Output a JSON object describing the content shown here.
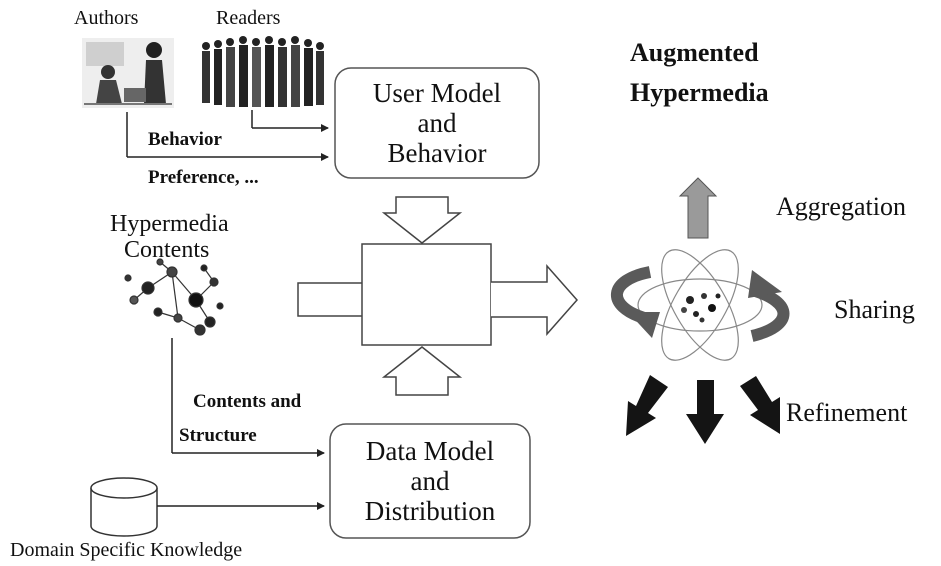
{
  "people": {
    "authors_label": "Authors",
    "readers_label": "Readers"
  },
  "user_model": {
    "line1": "User Model",
    "line2": "and",
    "line3": "Behavior"
  },
  "behavior_label": "Behavior",
  "preference_label": "Preference, ...",
  "hypermedia": {
    "line1": "Hypermedia",
    "line2": "Contents"
  },
  "contents_structure": {
    "line1": "Contents and",
    "line2": "Structure"
  },
  "data_model": {
    "line1": "Data Model",
    "line2": "and",
    "line3": "Distribution"
  },
  "domain_label": "Domain Specific Knowledge",
  "augmented": {
    "line1": "Augmented",
    "line2": "Hypermedia"
  },
  "aggregation_label": "Aggregation",
  "sharing_label": "Sharing",
  "refinement_label": "Refinement",
  "colors": {
    "line": "#222222",
    "box_border": "#555555",
    "aggregation_arrow": "#9a9a9a",
    "sharing_arrow": "#5a5a5a",
    "refinement_arrow": "#141414"
  }
}
